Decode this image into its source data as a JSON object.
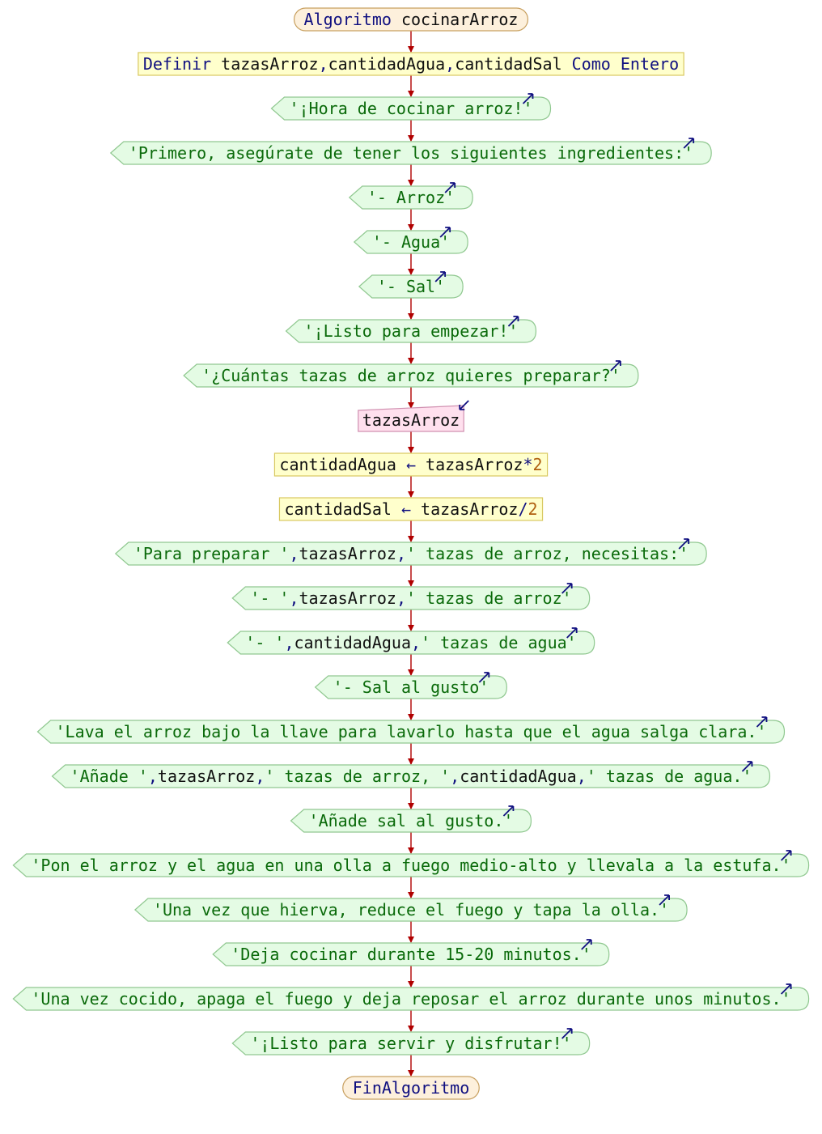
{
  "colors": {
    "terminal_fill": "#fdf0dc",
    "terminal_stroke": "#c8a060",
    "process_fill": "#ffffcc",
    "process_stroke": "#d8c860",
    "output_fill": "#e4fbe4",
    "output_stroke": "#90c890",
    "input_fill": "#ffe0ee",
    "input_stroke": "#d090b0",
    "arrow": "#b00000",
    "keyword": "#101080",
    "string": "#0a6a0a",
    "identifier": "#101010",
    "number": "#b06010",
    "operator": "#101080",
    "io_arrow": "#101080"
  },
  "steps": [
    {
      "kind": "terminal",
      "tokens": [
        {
          "t": "kw",
          "v": "Algoritmo "
        },
        {
          "t": "id",
          "v": "cocinarArroz"
        }
      ]
    },
    {
      "kind": "process",
      "tokens": [
        {
          "t": "kw",
          "v": "Definir "
        },
        {
          "t": "id",
          "v": "tazasArroz"
        },
        {
          "t": "op",
          "v": ","
        },
        {
          "t": "id",
          "v": "cantidadAgua"
        },
        {
          "t": "op",
          "v": ","
        },
        {
          "t": "id",
          "v": "cantidadSal"
        },
        {
          "t": "kw",
          "v": " Como Entero"
        }
      ]
    },
    {
      "kind": "output",
      "tokens": [
        {
          "t": "str",
          "v": "'¡Hora de cocinar arroz!'"
        }
      ]
    },
    {
      "kind": "output",
      "tokens": [
        {
          "t": "str",
          "v": "'Primero, asegúrate de tener los siguientes ingredientes:'"
        }
      ]
    },
    {
      "kind": "output",
      "tokens": [
        {
          "t": "str",
          "v": "'- Arroz'"
        }
      ]
    },
    {
      "kind": "output",
      "tokens": [
        {
          "t": "str",
          "v": "'- Agua'"
        }
      ]
    },
    {
      "kind": "output",
      "tokens": [
        {
          "t": "str",
          "v": "'- Sal'"
        }
      ]
    },
    {
      "kind": "output",
      "tokens": [
        {
          "t": "str",
          "v": "'¡Listo para empezar!'"
        }
      ]
    },
    {
      "kind": "output",
      "tokens": [
        {
          "t": "str",
          "v": "'¿Cuántas tazas de arroz quieres preparar?'"
        }
      ]
    },
    {
      "kind": "input",
      "tokens": [
        {
          "t": "id",
          "v": "tazasArroz"
        }
      ]
    },
    {
      "kind": "process",
      "tokens": [
        {
          "t": "id",
          "v": "cantidadAgua "
        },
        {
          "t": "op",
          "v": "←"
        },
        {
          "t": "id",
          "v": " tazasArroz"
        },
        {
          "t": "op",
          "v": "*"
        },
        {
          "t": "num",
          "v": "2"
        }
      ]
    },
    {
      "kind": "process",
      "tokens": [
        {
          "t": "id",
          "v": "cantidadSal "
        },
        {
          "t": "op",
          "v": "←"
        },
        {
          "t": "id",
          "v": " tazasArroz"
        },
        {
          "t": "op",
          "v": "/"
        },
        {
          "t": "num",
          "v": "2"
        }
      ]
    },
    {
      "kind": "output",
      "tokens": [
        {
          "t": "str",
          "v": "'Para preparar '"
        },
        {
          "t": "op",
          "v": ","
        },
        {
          "t": "id",
          "v": "tazasArroz"
        },
        {
          "t": "op",
          "v": ","
        },
        {
          "t": "str",
          "v": "' tazas de arroz, necesitas:'"
        }
      ]
    },
    {
      "kind": "output",
      "tokens": [
        {
          "t": "str",
          "v": "'- '"
        },
        {
          "t": "op",
          "v": ","
        },
        {
          "t": "id",
          "v": "tazasArroz"
        },
        {
          "t": "op",
          "v": ","
        },
        {
          "t": "str",
          "v": "' tazas de arroz'"
        }
      ]
    },
    {
      "kind": "output",
      "tokens": [
        {
          "t": "str",
          "v": "'- '"
        },
        {
          "t": "op",
          "v": ","
        },
        {
          "t": "id",
          "v": "cantidadAgua"
        },
        {
          "t": "op",
          "v": ","
        },
        {
          "t": "str",
          "v": "' tazas de agua'"
        }
      ]
    },
    {
      "kind": "output",
      "tokens": [
        {
          "t": "str",
          "v": "'- Sal al gusto'"
        }
      ]
    },
    {
      "kind": "output",
      "tokens": [
        {
          "t": "str",
          "v": "'Lava el arroz bajo la llave para lavarlo hasta que el agua salga clara.'"
        }
      ]
    },
    {
      "kind": "output",
      "tokens": [
        {
          "t": "str",
          "v": "'Añade '"
        },
        {
          "t": "op",
          "v": ","
        },
        {
          "t": "id",
          "v": "tazasArroz"
        },
        {
          "t": "op",
          "v": ","
        },
        {
          "t": "str",
          "v": "' tazas de arroz, '"
        },
        {
          "t": "op",
          "v": ","
        },
        {
          "t": "id",
          "v": "cantidadAgua"
        },
        {
          "t": "op",
          "v": ","
        },
        {
          "t": "str",
          "v": "' tazas de agua.'"
        }
      ]
    },
    {
      "kind": "output",
      "tokens": [
        {
          "t": "str",
          "v": "'Añade sal al gusto.'"
        }
      ]
    },
    {
      "kind": "output",
      "tokens": [
        {
          "t": "str",
          "v": "'Pon el arroz y el agua en una olla a fuego medio-alto y llevala a la estufa.'"
        }
      ]
    },
    {
      "kind": "output",
      "tokens": [
        {
          "t": "str",
          "v": "'Una vez que hierva, reduce el fuego y tapa la olla.'"
        }
      ]
    },
    {
      "kind": "output",
      "tokens": [
        {
          "t": "str",
          "v": "'Deja cocinar durante 15-20 minutos.'"
        }
      ]
    },
    {
      "kind": "output",
      "tokens": [
        {
          "t": "str",
          "v": "'Una vez cocido, apaga el fuego y deja reposar el arroz durante unos minutos.'"
        }
      ]
    },
    {
      "kind": "output",
      "tokens": [
        {
          "t": "str",
          "v": "'¡Listo para servir y disfrutar!'"
        }
      ]
    },
    {
      "kind": "terminal",
      "tokens": [
        {
          "t": "kw",
          "v": "FinAlgoritmo"
        }
      ]
    }
  ]
}
